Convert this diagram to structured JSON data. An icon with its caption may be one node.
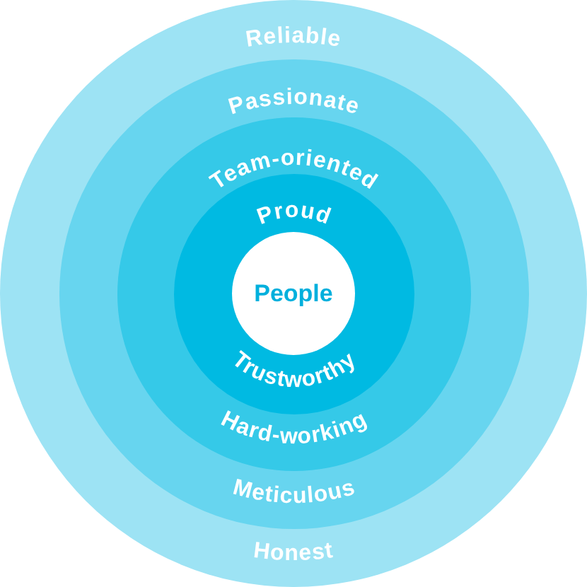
{
  "diagram": {
    "nodes": [
      {
        "text": [
          "Reliable",
          "Honest"
        ]
      },
      {
        "text": [
          "Passionate",
          "Meticulous"
        ],
        "in": 0
      },
      {
        "text": [
          "Team-oriented",
          "Hard-working"
        ],
        "in": 1
      },
      {
        "text": [
          "Proud",
          "Trustworthy"
        ],
        "in": 2
      },
      {
        "text": [
          "People"
        ],
        "in": 3
      }
    ]
  }
}
